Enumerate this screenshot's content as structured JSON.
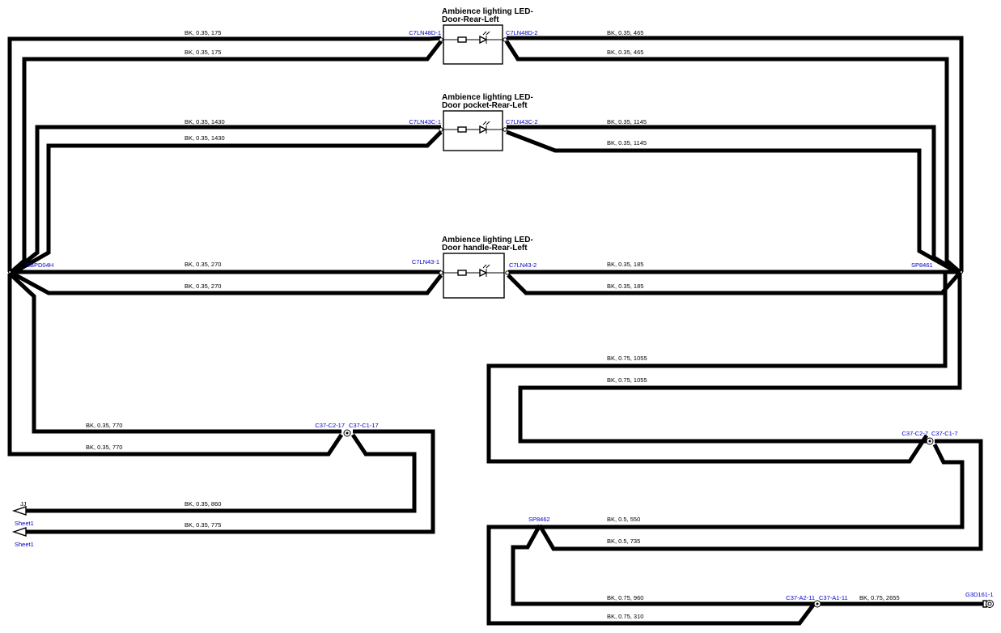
{
  "components": {
    "led1": {
      "title_line1": "Ambience lighting LED-",
      "title_line2": "Door-Rear-Left",
      "pin_left": "C7LN48D-1",
      "pin_right": "C7LN48D-2"
    },
    "led2": {
      "title_line1": "Ambience lighting LED-",
      "title_line2": "Door pocket-Rear-Left",
      "pin_left": "C7LN43C-1",
      "pin_right": "C7LN43C-2"
    },
    "led3": {
      "title_line1": "Ambience lighting LED-",
      "title_line2": "Door handle-Rear-Left",
      "pin_left": "C7LN43-1",
      "pin_right": "C7LN43-2"
    }
  },
  "splices": {
    "left": "SBPD04H",
    "right": "SP8461",
    "lower": "SP8462"
  },
  "connectors": {
    "c1_left": "C37-C2-17",
    "c1_right": "C37-C1-17",
    "c2_left": "C37-C2-7",
    "c2_right": "C37-C1-7",
    "c3_left": "C37-A2-11",
    "c3_right": "C37-A1-11",
    "ground": "G3D161-1"
  },
  "offsheet": {
    "jj_label": "JJ",
    "sheet1_upper": "Sheet1",
    "sheet1_lower": "Sheet1"
  },
  "wires": {
    "w1": "BK,  0.35,  175",
    "w2": "BK,  0.35,  175",
    "w3": "BK,  0.35,  465",
    "w4": "BK,  0.35,  465",
    "w5": "BK,  0.35,  1430",
    "w6": "BK,  0.35,  1430",
    "w7": "BK,  0.35,  1145",
    "w8": "BK,  0.35,  1145",
    "w9": "BK,  0.35,  270",
    "w10": "BK,  0.35,  270",
    "w11": "BK,  0.35,  185",
    "w12": "BK,  0.35,  185",
    "w13": "BK,  0.75,  1055",
    "w14": "BK,  0.75,  1055",
    "w15": "BK,  0.35,  770",
    "w16": "BK,  0.35,  770",
    "w17": "BK,  0.35,  860",
    "w18": "BK,  0.35,  775",
    "w19": "BK,  0.5,  550",
    "w20": "BK,  0.5,  735",
    "w21": "BK,  0.75,  960",
    "w22": "BK,  0.75,  310",
    "w23": "BK,  0.75,  2655"
  }
}
